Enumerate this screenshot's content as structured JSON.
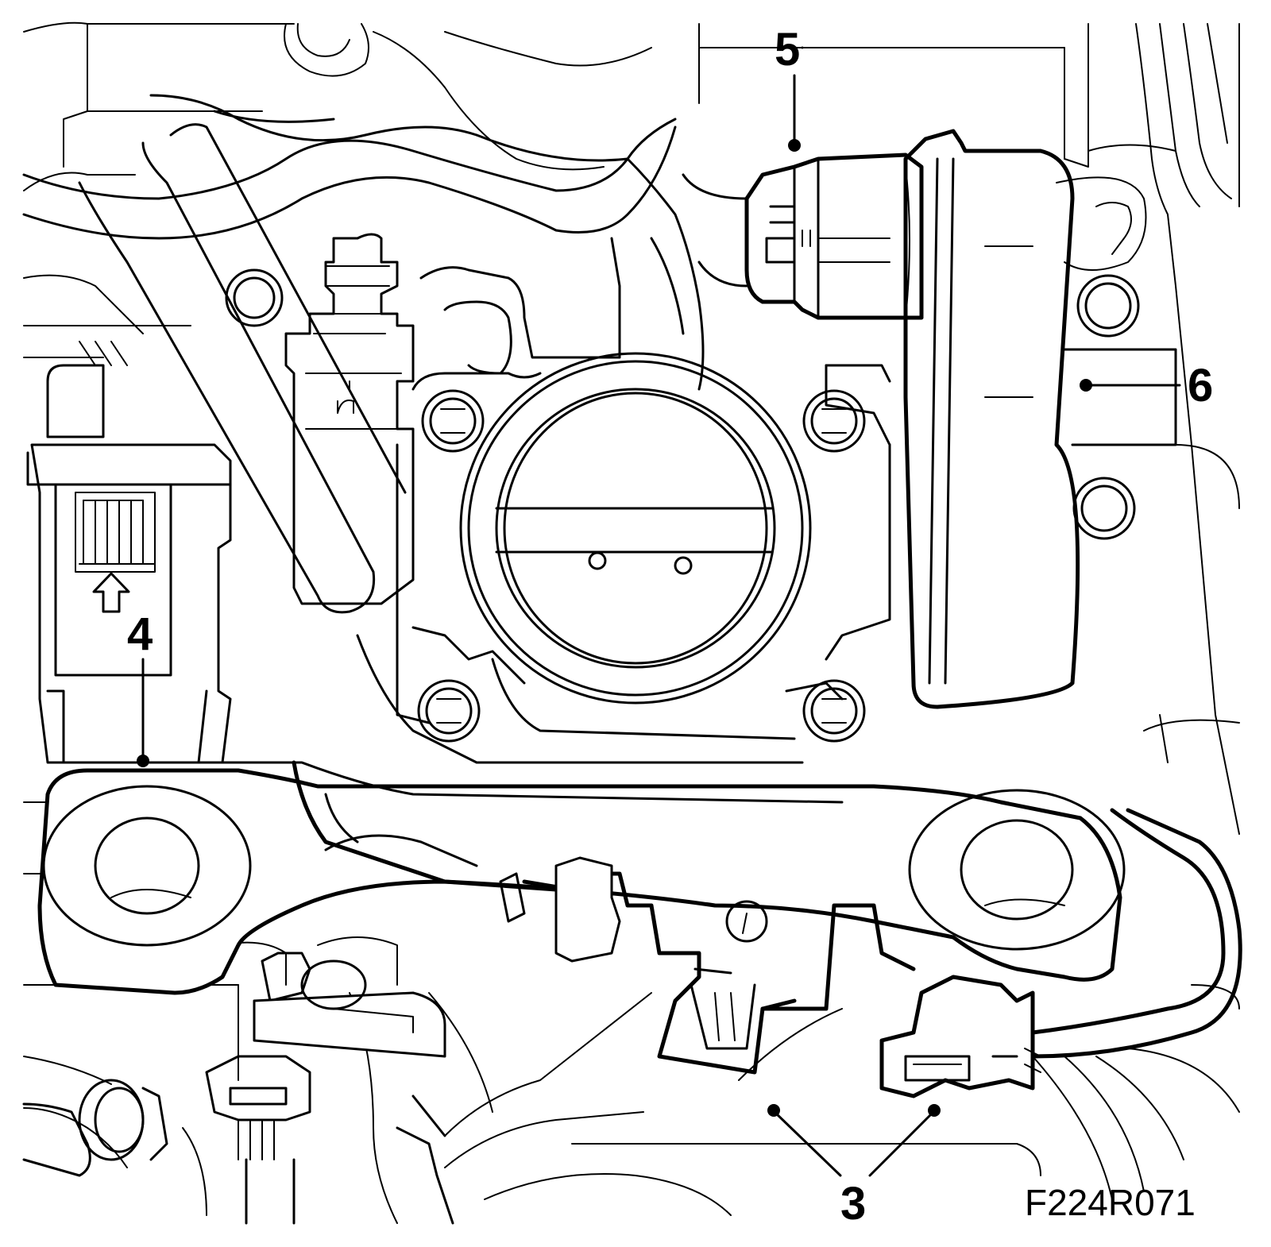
{
  "callouts": {
    "c3": "3",
    "c4": "4",
    "c5": "5",
    "c6": "6"
  },
  "figure_code": "F224R071"
}
